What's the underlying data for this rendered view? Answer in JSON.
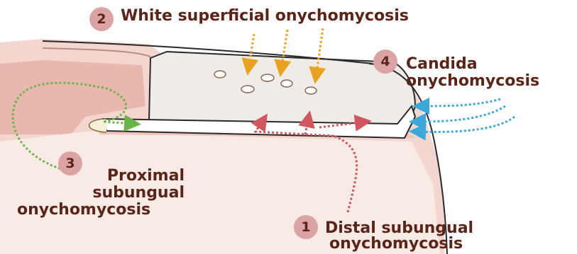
{
  "labels": [
    {
      "number": "2",
      "lines": [
        "White superficial onychomycosis"
      ]
    },
    {
      "number": "4",
      "lines": [
        "Candida",
        "onychomycosis"
      ]
    },
    {
      "number": "3",
      "lines": [
        "Proximal",
        "subungual",
        "onychomycosis"
      ]
    },
    {
      "number": "1",
      "lines": [
        "Distal subungual",
        "onychomycosis"
      ]
    }
  ],
  "colors": {
    "text": "#5a2418",
    "badge": "#dba3a3",
    "arrow_white_superficial": "#e8a21f",
    "arrow_candida": "#3aa8d8",
    "arrow_proximal": "#6ab54a",
    "arrow_distal": "#d2565f"
  }
}
